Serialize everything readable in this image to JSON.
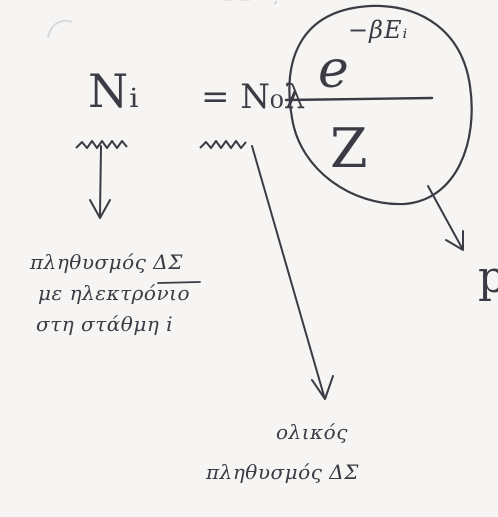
{
  "document": {
    "top_edge_fragment": "· — — · · ,",
    "equation": {
      "lhs": "Nᵢ",
      "equals_rhs": "= N₀λ",
      "fraction_numerator": "e",
      "fraction_exponent": "−βEᵢ",
      "fraction_denominator": "Z"
    },
    "annotation_left": {
      "line1": "πληθυσμός ΔΣ",
      "line2": "με ηλεκτρόνιο",
      "line3": "στη στάθμη i"
    },
    "annotation_bottom": {
      "line1": "ολικός",
      "line2": "πληθυσμός ΔΣ"
    },
    "annotation_right": "p"
  }
}
